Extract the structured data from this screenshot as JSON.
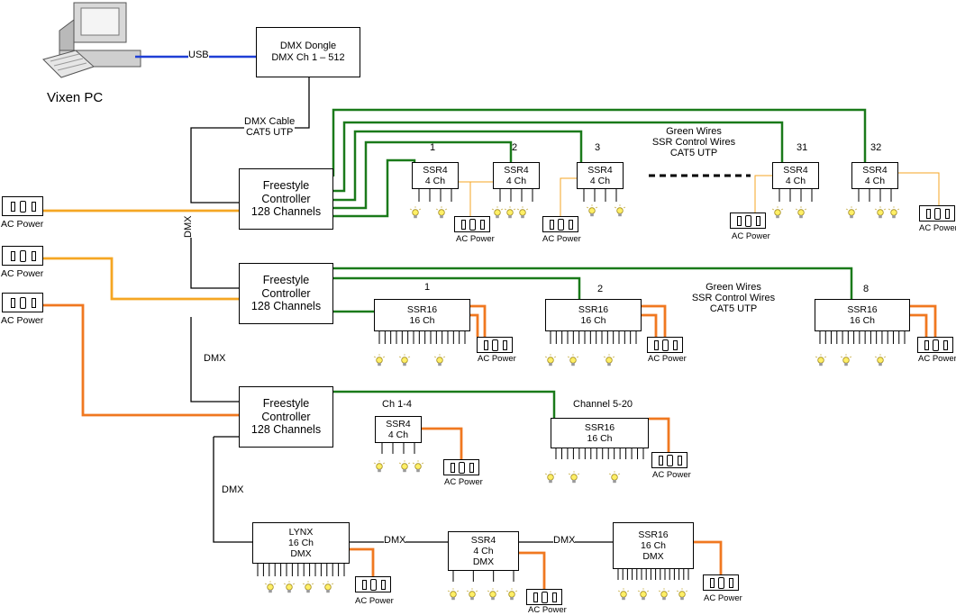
{
  "pc": {
    "label": "Vixen PC"
  },
  "dongle": {
    "line1": "DMX Dongle",
    "line2": "DMX Ch 1 – 512"
  },
  "links": {
    "usb": "USB",
    "dmx_cable_1": "DMX Cable",
    "dmx_cable_2": "CAT5 UTP",
    "dmx": "DMX"
  },
  "controller": {
    "line1": "Freestyle",
    "line2": "Controller",
    "line3": "128 Channels"
  },
  "ssr4": {
    "line1": "SSR4",
    "line2": "4 Ch"
  },
  "ssr16": {
    "line1": "SSR16",
    "line2": "16 Ch"
  },
  "lynx": {
    "line1": "LYNX",
    "line2": "16 Ch",
    "line3": "DMX"
  },
  "ssr4_dmx": {
    "line1": "SSR4",
    "line2": "4 Ch",
    "line3": "DMX"
  },
  "ssr16_dmx": {
    "line1": "SSR16",
    "line2": "16 Ch",
    "line3": "DMX"
  },
  "green_note": {
    "line1": "Green Wires",
    "line2": "SSR Control Wires",
    "line3": "CAT5 UTP"
  },
  "numbers": {
    "n1": "1",
    "n2": "2",
    "n3": "3",
    "n31": "31",
    "n32": "32",
    "n8": "8"
  },
  "labels": {
    "ch_1_4": "Ch 1-4",
    "channel_5_20": "Channel 5-20",
    "ac_power": "AC Power"
  },
  "colors": {
    "usb": "#1f3fd6",
    "green": "#1a7a1a",
    "orange_light": "#f5a623",
    "orange": "#f07820",
    "black": "#000000"
  }
}
